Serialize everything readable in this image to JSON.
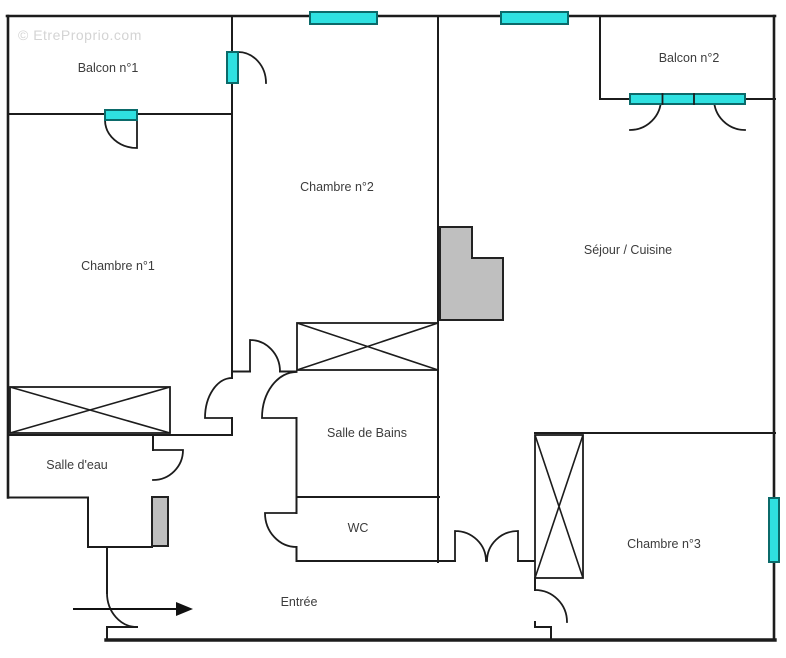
{
  "watermark": "© EtreProprio.com",
  "rooms": [
    {
      "id": "balcon-1",
      "label": "Balcon n°1"
    },
    {
      "id": "balcon-2",
      "label": "Balcon n°2"
    },
    {
      "id": "chambre-1",
      "label": "Chambre n°1"
    },
    {
      "id": "chambre-2",
      "label": "Chambre n°2"
    },
    {
      "id": "sejour-cuisine",
      "label": "Séjour / Cuisine"
    },
    {
      "id": "salle-de-bains",
      "label": "Salle de Bains"
    },
    {
      "id": "salle-d-eau",
      "label": "Salle d'eau"
    },
    {
      "id": "wc",
      "label": "WC"
    },
    {
      "id": "chambre-3",
      "label": "Chambre n°3"
    },
    {
      "id": "entree",
      "label": "Entrée"
    }
  ],
  "legend": {
    "window_meaning": "window/glazed door",
    "cross_box_meaning": "wardrobe/closet",
    "arrow_meaning": "entrance direction"
  },
  "colors": {
    "wall": "#1c1c1c",
    "window_fill": "#2fe1e1",
    "window_border": "#0b6a6a",
    "gray_fill": "#bfbfbf",
    "gray_border": "#222222",
    "label_text": "#3c3c3c",
    "watermark_text": "#d4d4d4"
  }
}
